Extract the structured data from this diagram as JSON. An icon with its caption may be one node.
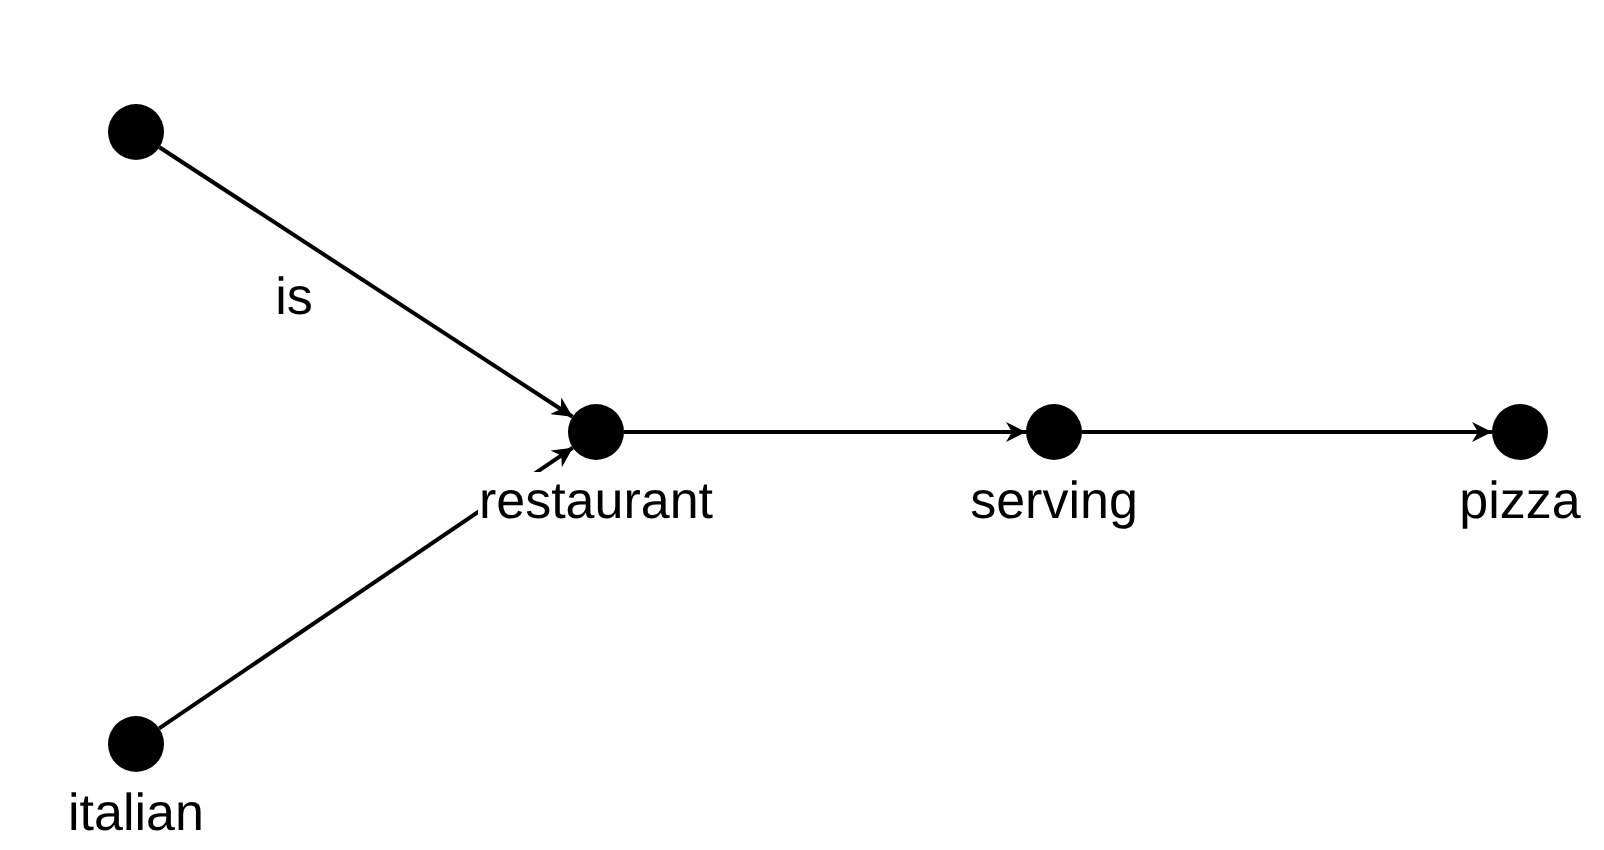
{
  "diagram": {
    "nodes": [
      {
        "text": [],
        "shape": "circle"
      },
      {
        "text": [
          "restaurant"
        ]
      },
      {
        "text": [
          "serving"
        ]
      },
      {
        "text": [
          "pizza"
        ]
      },
      {
        "text": [
          "italian"
        ]
      }
    ],
    "edges": [
      {
        "from": 0,
        "to": 1,
        "arrow": "to",
        "label": "is"
      },
      {
        "from": 4,
        "to": 1,
        "arrow": "to"
      },
      {
        "from": 1,
        "to": 2,
        "arrow": "to"
      },
      {
        "from": 2,
        "to": 3,
        "arrow": "to"
      }
    ]
  }
}
